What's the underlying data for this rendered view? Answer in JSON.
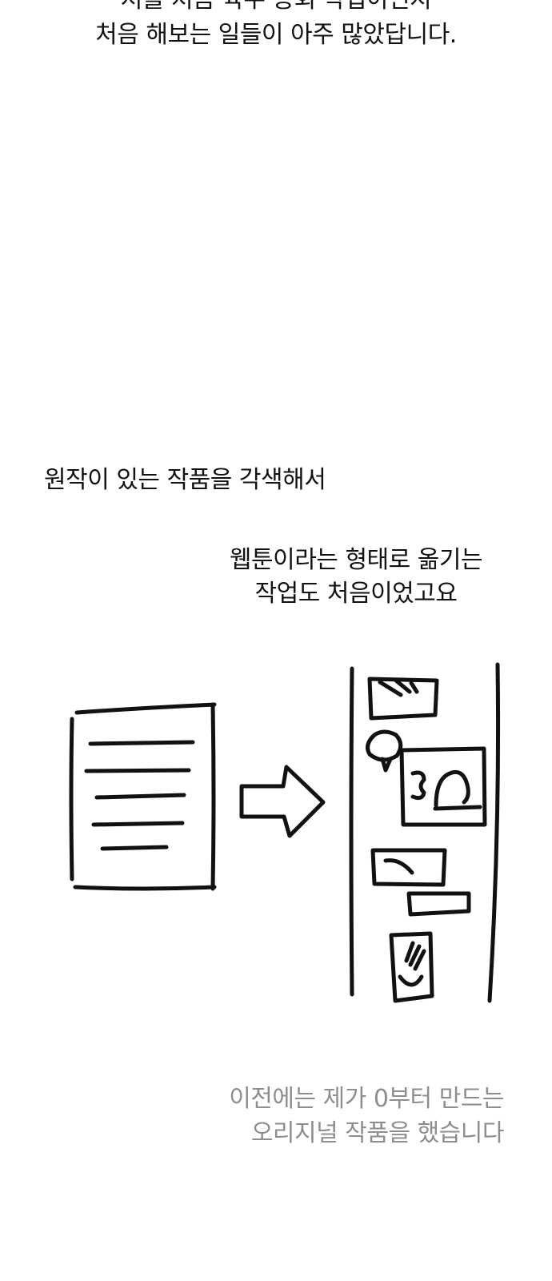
{
  "captions": {
    "top_line1": "저를 처음 육주 총회 작업이던지",
    "top_line2": "처음 해보는 일들이 아주 많았답니다.",
    "adapt": "원작이 있는 작품을 각색해서",
    "webtoon_line1": "웹툰이라는 형태로 옮기는",
    "webtoon_line2": "작업도 처음이었고요",
    "original_line1": "이전에는 제가 0부터 만드는",
    "original_line2": "오리지널 작품을 했습니다"
  },
  "colors": {
    "text": "#111111",
    "gray_text": "#8e8e8e",
    "ink": "#111111",
    "background": "#ffffff"
  },
  "drawing": {
    "left_icon": "document-icon",
    "middle_icon": "arrow-right-icon",
    "right_icon": "webtoon-strip-icon"
  }
}
